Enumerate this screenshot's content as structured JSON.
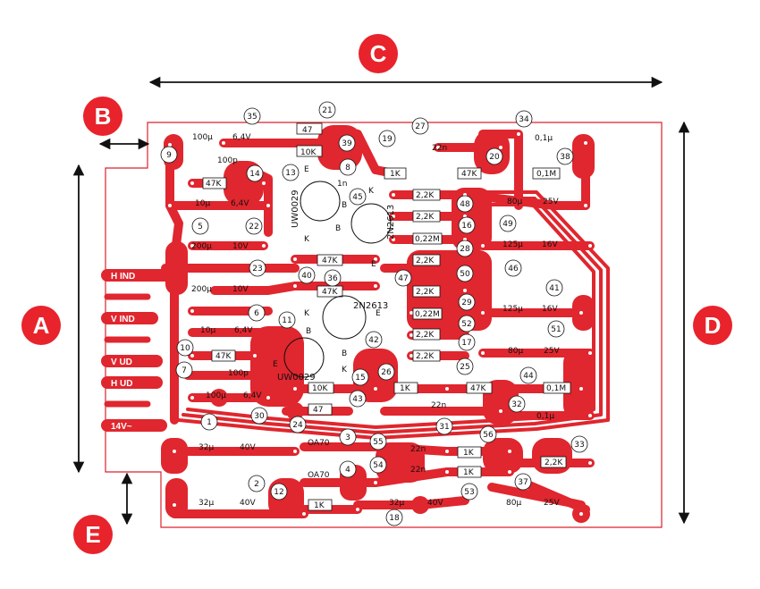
{
  "markers": {
    "a": "A",
    "b": "B",
    "c": "C",
    "d": "D",
    "e": "E"
  },
  "colors": {
    "marker_red": "#e8232b",
    "copper_red": "#e0262e",
    "outline": "#d9232b",
    "dimension": "#111111"
  },
  "edge_labels": {
    "h_ind_1": "H IND",
    "v_ind": "V IND",
    "v_ud": "V UD",
    "h_ud": "H UD",
    "supply": "14V~"
  },
  "transistors": {
    "t1": "UW0029",
    "t2": "2N2613",
    "t3": "2N2613",
    "t4": "UW0029"
  },
  "components": [
    {
      "id": "c35",
      "value": "100μ",
      "rating": "6,4V"
    },
    {
      "id": "c9",
      "value": "100p"
    },
    {
      "id": "r14",
      "value": "47K"
    },
    {
      "id": "c5",
      "value": "10μ",
      "rating": "6,4V"
    },
    {
      "id": "c22",
      "value": "200μ",
      "rating": "10V"
    },
    {
      "id": "r21",
      "value": "47"
    },
    {
      "id": "r10k_top",
      "value": "10K"
    },
    {
      "id": "c1n",
      "value": "1n"
    },
    {
      "id": "r1k_top",
      "value": "1K"
    },
    {
      "id": "c27",
      "value": "22n"
    },
    {
      "id": "r47k_top",
      "value": "47K"
    },
    {
      "id": "c34",
      "value": "0,1μ"
    },
    {
      "id": "r01m_top",
      "value": "0,1M"
    },
    {
      "id": "r22k_1",
      "value": "2,2K"
    },
    {
      "id": "r22k_2",
      "value": "2,2K"
    },
    {
      "id": "r022m_1",
      "value": "0,22M"
    },
    {
      "id": "c49",
      "value": "80μ",
      "rating": "25V"
    },
    {
      "id": "c46",
      "value": "125μ",
      "rating": "16V"
    },
    {
      "id": "r40",
      "value": "47K"
    },
    {
      "id": "r36",
      "value": "47K"
    },
    {
      "id": "r22k_3",
      "value": "2,2K"
    },
    {
      "id": "r22k_4",
      "value": "2,2K"
    },
    {
      "id": "c23",
      "value": "200μ",
      "rating": "10V"
    },
    {
      "id": "c41",
      "value": "125μ",
      "rating": "16V"
    },
    {
      "id": "r022m_2",
      "value": "0,22M"
    },
    {
      "id": "r22k_5",
      "value": "2,2K"
    },
    {
      "id": "r22k_6",
      "value": "2,2K"
    },
    {
      "id": "c6",
      "value": "10μ",
      "rating": "6,4V"
    },
    {
      "id": "r47k_mid",
      "value": "47K"
    },
    {
      "id": "c7",
      "value": "100p"
    },
    {
      "id": "c51",
      "value": "80μ",
      "rating": "25V"
    },
    {
      "id": "r10k_mid",
      "value": "10K"
    },
    {
      "id": "r1k_mid",
      "value": "1K"
    },
    {
      "id": "r47k_mid2",
      "value": "47K"
    },
    {
      "id": "r01m_mid",
      "value": "0,1M"
    },
    {
      "id": "c30",
      "value": "100μ",
      "rating": "6,4V"
    },
    {
      "id": "r47_low",
      "value": "47"
    },
    {
      "id": "c31",
      "value": "22n"
    },
    {
      "id": "c32",
      "value": "0,1μ"
    },
    {
      "id": "c1",
      "value": "32μ",
      "rating": "40V"
    },
    {
      "id": "d1",
      "value": "OA70"
    },
    {
      "id": "c55",
      "value": "22n"
    },
    {
      "id": "r1k_56",
      "value": "1K"
    },
    {
      "id": "r22k_33",
      "value": "2,2K"
    },
    {
      "id": "d2",
      "value": "OA70"
    },
    {
      "id": "c54",
      "value": "22n"
    },
    {
      "id": "r1k_53",
      "value": "1K"
    },
    {
      "id": "c2",
      "value": "32μ",
      "rating": "40V"
    },
    {
      "id": "r1k_12",
      "value": "1K"
    },
    {
      "id": "c18",
      "value": "32μ",
      "rating": "40V"
    },
    {
      "id": "c37",
      "value": "80μ",
      "rating": "25V"
    }
  ],
  "pins": {
    "e": "E",
    "b": "B",
    "k": "K"
  },
  "numbers": [
    "35",
    "9",
    "14",
    "5",
    "22",
    "21",
    "39",
    "13",
    "8",
    "45",
    "19",
    "27",
    "34",
    "20",
    "38",
    "48",
    "16",
    "28",
    "49",
    "46",
    "50",
    "40",
    "36",
    "47",
    "23",
    "29",
    "52",
    "17",
    "41",
    "51",
    "6",
    "11",
    "42",
    "25",
    "44",
    "10",
    "7",
    "15",
    "43",
    "26",
    "32",
    "24",
    "30",
    "31",
    "1",
    "3",
    "55",
    "56",
    "33",
    "54",
    "4",
    "53",
    "37",
    "2",
    "12",
    "18"
  ]
}
